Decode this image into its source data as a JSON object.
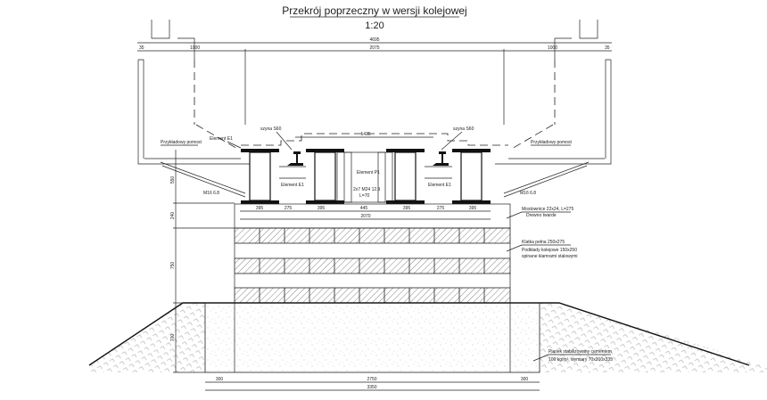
{
  "title": "Przekrój poprzeczny w wersji kolejowej",
  "scale": "1:20",
  "dims_top": {
    "total": "4695",
    "left_edge": "35",
    "left": "1000",
    "middle": "2075",
    "right": "1000",
    "right_edge": "35",
    "gauge": "1435"
  },
  "dims_beams": [
    "395",
    "275",
    "395",
    "445",
    "395",
    "275",
    "395"
  ],
  "dims_beams_total": "2070",
  "dims_left": [
    "550",
    "240",
    "750",
    "700"
  ],
  "dims_bottom": {
    "left": "300",
    "middle": "2750",
    "right": "300",
    "total": "3350"
  },
  "labels": {
    "rail_left": "szyna S60",
    "rail_right": "szyna S60",
    "platform_left": "Przykładowy pomost",
    "platform_right": "Przykładowy pomost",
    "element_e1_top": "Element E1",
    "element_e1_left": "Element E1",
    "element_e1_right": "Element E1",
    "element_p1": "Element P1",
    "bolts": "2x7 M24 12.9",
    "bolts_length": "L=70",
    "bolt_left": "M16 6.8",
    "bolt_right": "M16 6.8",
    "sleepers_1": "Mostownice 22x24, L=275",
    "sleepers_2": "Drewno twarde",
    "crib_1": "Klatka pełna 250x275",
    "crib_2": "Podkłady kolejowe 150x250",
    "crib_3": "spinane klamrami stalowymi",
    "sand_1": "Piasek stabilizowany cementem",
    "sand_2": "100 kg/m³, wymiary 70x310x335"
  }
}
